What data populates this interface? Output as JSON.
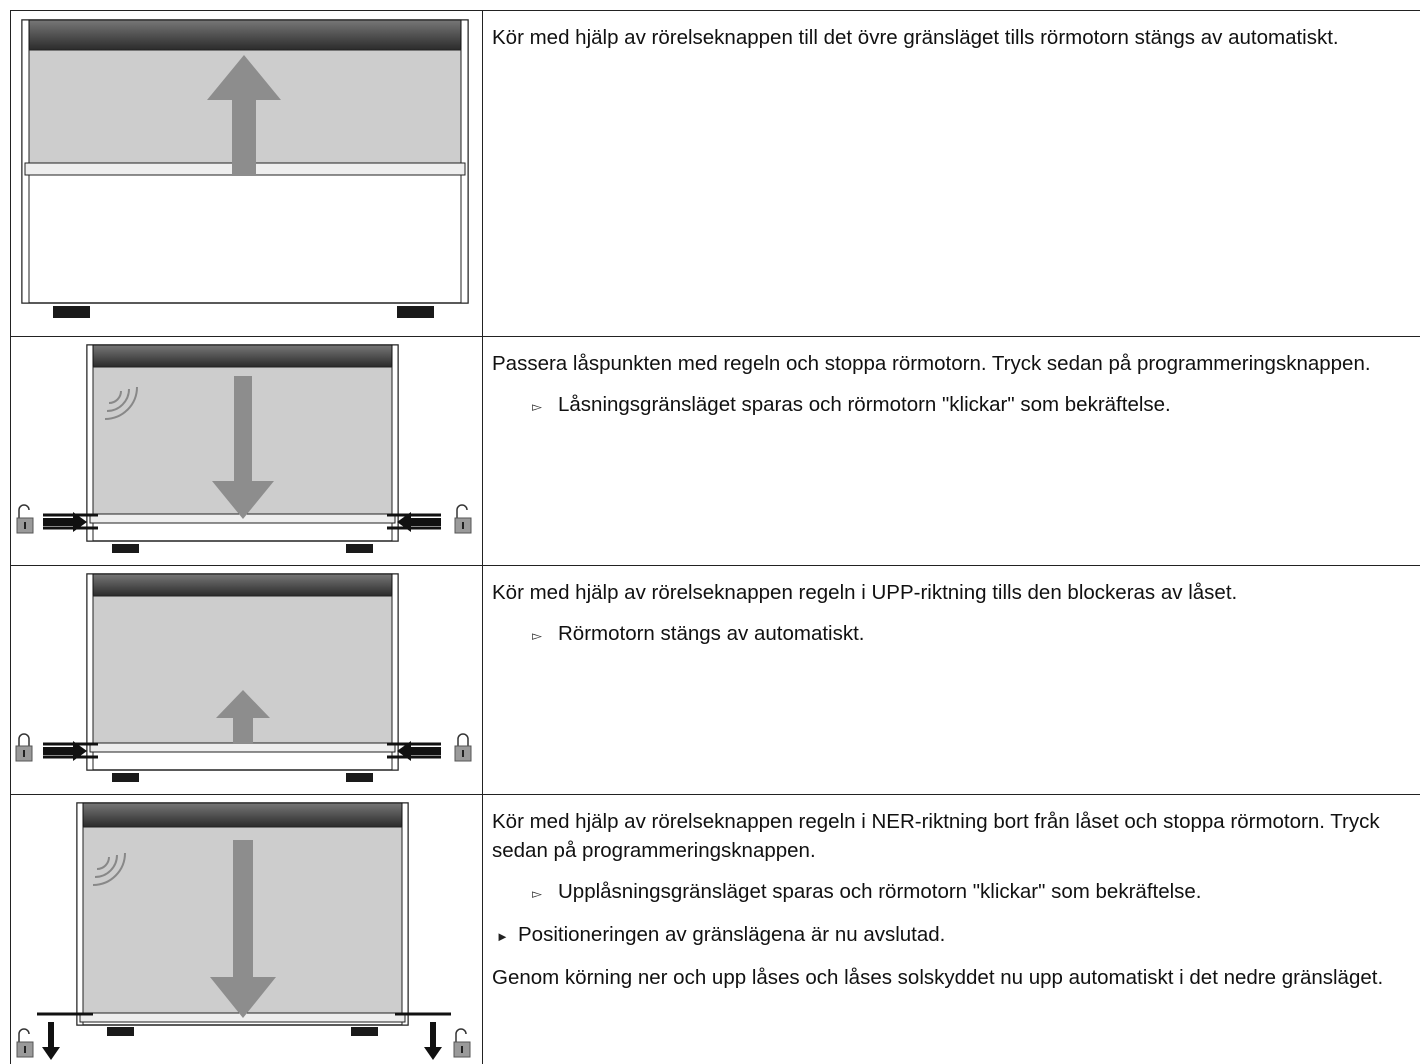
{
  "colors": {
    "panel": "#cdcdcd",
    "arrow": "#8d8d8d",
    "roller_top": "#6e6e6e",
    "roller_bottom": "#2b2b2b",
    "foot": "#1a1a1a",
    "lock": "#9a9a9a"
  },
  "steps": [
    {
      "text": "Kör med hjälp av rörelseknappen till det övre gränsläget tills rörmotorn stängs av automatiskt."
    },
    {
      "text": "Passera låspunkten med regeln och stoppa rörmotorn. Tryck sedan på programmeringsknappen.",
      "result": "Låsningsgränsläget sparas och rörmotorn \"klickar\" som bekräftelse."
    },
    {
      "text": "Kör med hjälp av rörelseknappen regeln i UPP-riktning tills den blockeras av låset.",
      "result": "Rörmotorn stängs av automatiskt."
    },
    {
      "text": "Kör med hjälp av rörelseknappen regeln i NER-riktning bort från låset och stoppa rörmotorn. Tryck sedan på programmeringsknappen.",
      "result": "Upplåsningsgränsläget sparas och rörmotorn \"klickar\" som bekräftelse.",
      "action": "Positioneringen av gränslägena är nu avslutad.",
      "note": "Genom körning ner och upp låses och låses solskyddet nu upp automatiskt i det nedre gränsläget."
    }
  ],
  "icons": {
    "result_marker": "outline-triangle-right",
    "action_marker": "filled-triangle-right",
    "lock_open": "padlock-open-icon",
    "lock_closed": "padlock-closed-icon"
  }
}
